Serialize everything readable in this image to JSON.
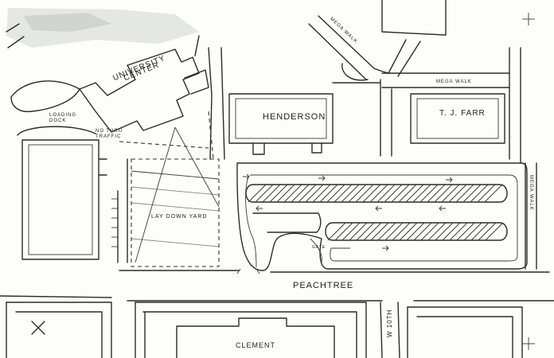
{
  "labels": {
    "university_center": [
      "UNIVERSITY",
      "CENTER"
    ],
    "loading_dock": [
      "LOADING",
      "DOCK"
    ],
    "no_thru_traffic": [
      "NO THRU",
      "TRAFFIC"
    ],
    "henderson": "HENDERSON",
    "tj_farr": "T. J. FARR",
    "mega_walk_top": "MEGA WALK",
    "mega_walk_mid": "MEGA WALK",
    "mega_walk_right": "MEGA WALK",
    "lay_down_yard": "LAY DOWN YARD",
    "gate": "GATE",
    "peachtree": "PEACHTREE",
    "clement": "CLEMENT",
    "w10th": "W 10TH"
  },
  "colors": {
    "ink": "#2b2b2b",
    "paper": "#fdfdfb",
    "smudge": "#c9cbc6"
  },
  "icons": {
    "corner_marker": "cross-mark",
    "north_arrow": "diagonal-arrow"
  }
}
